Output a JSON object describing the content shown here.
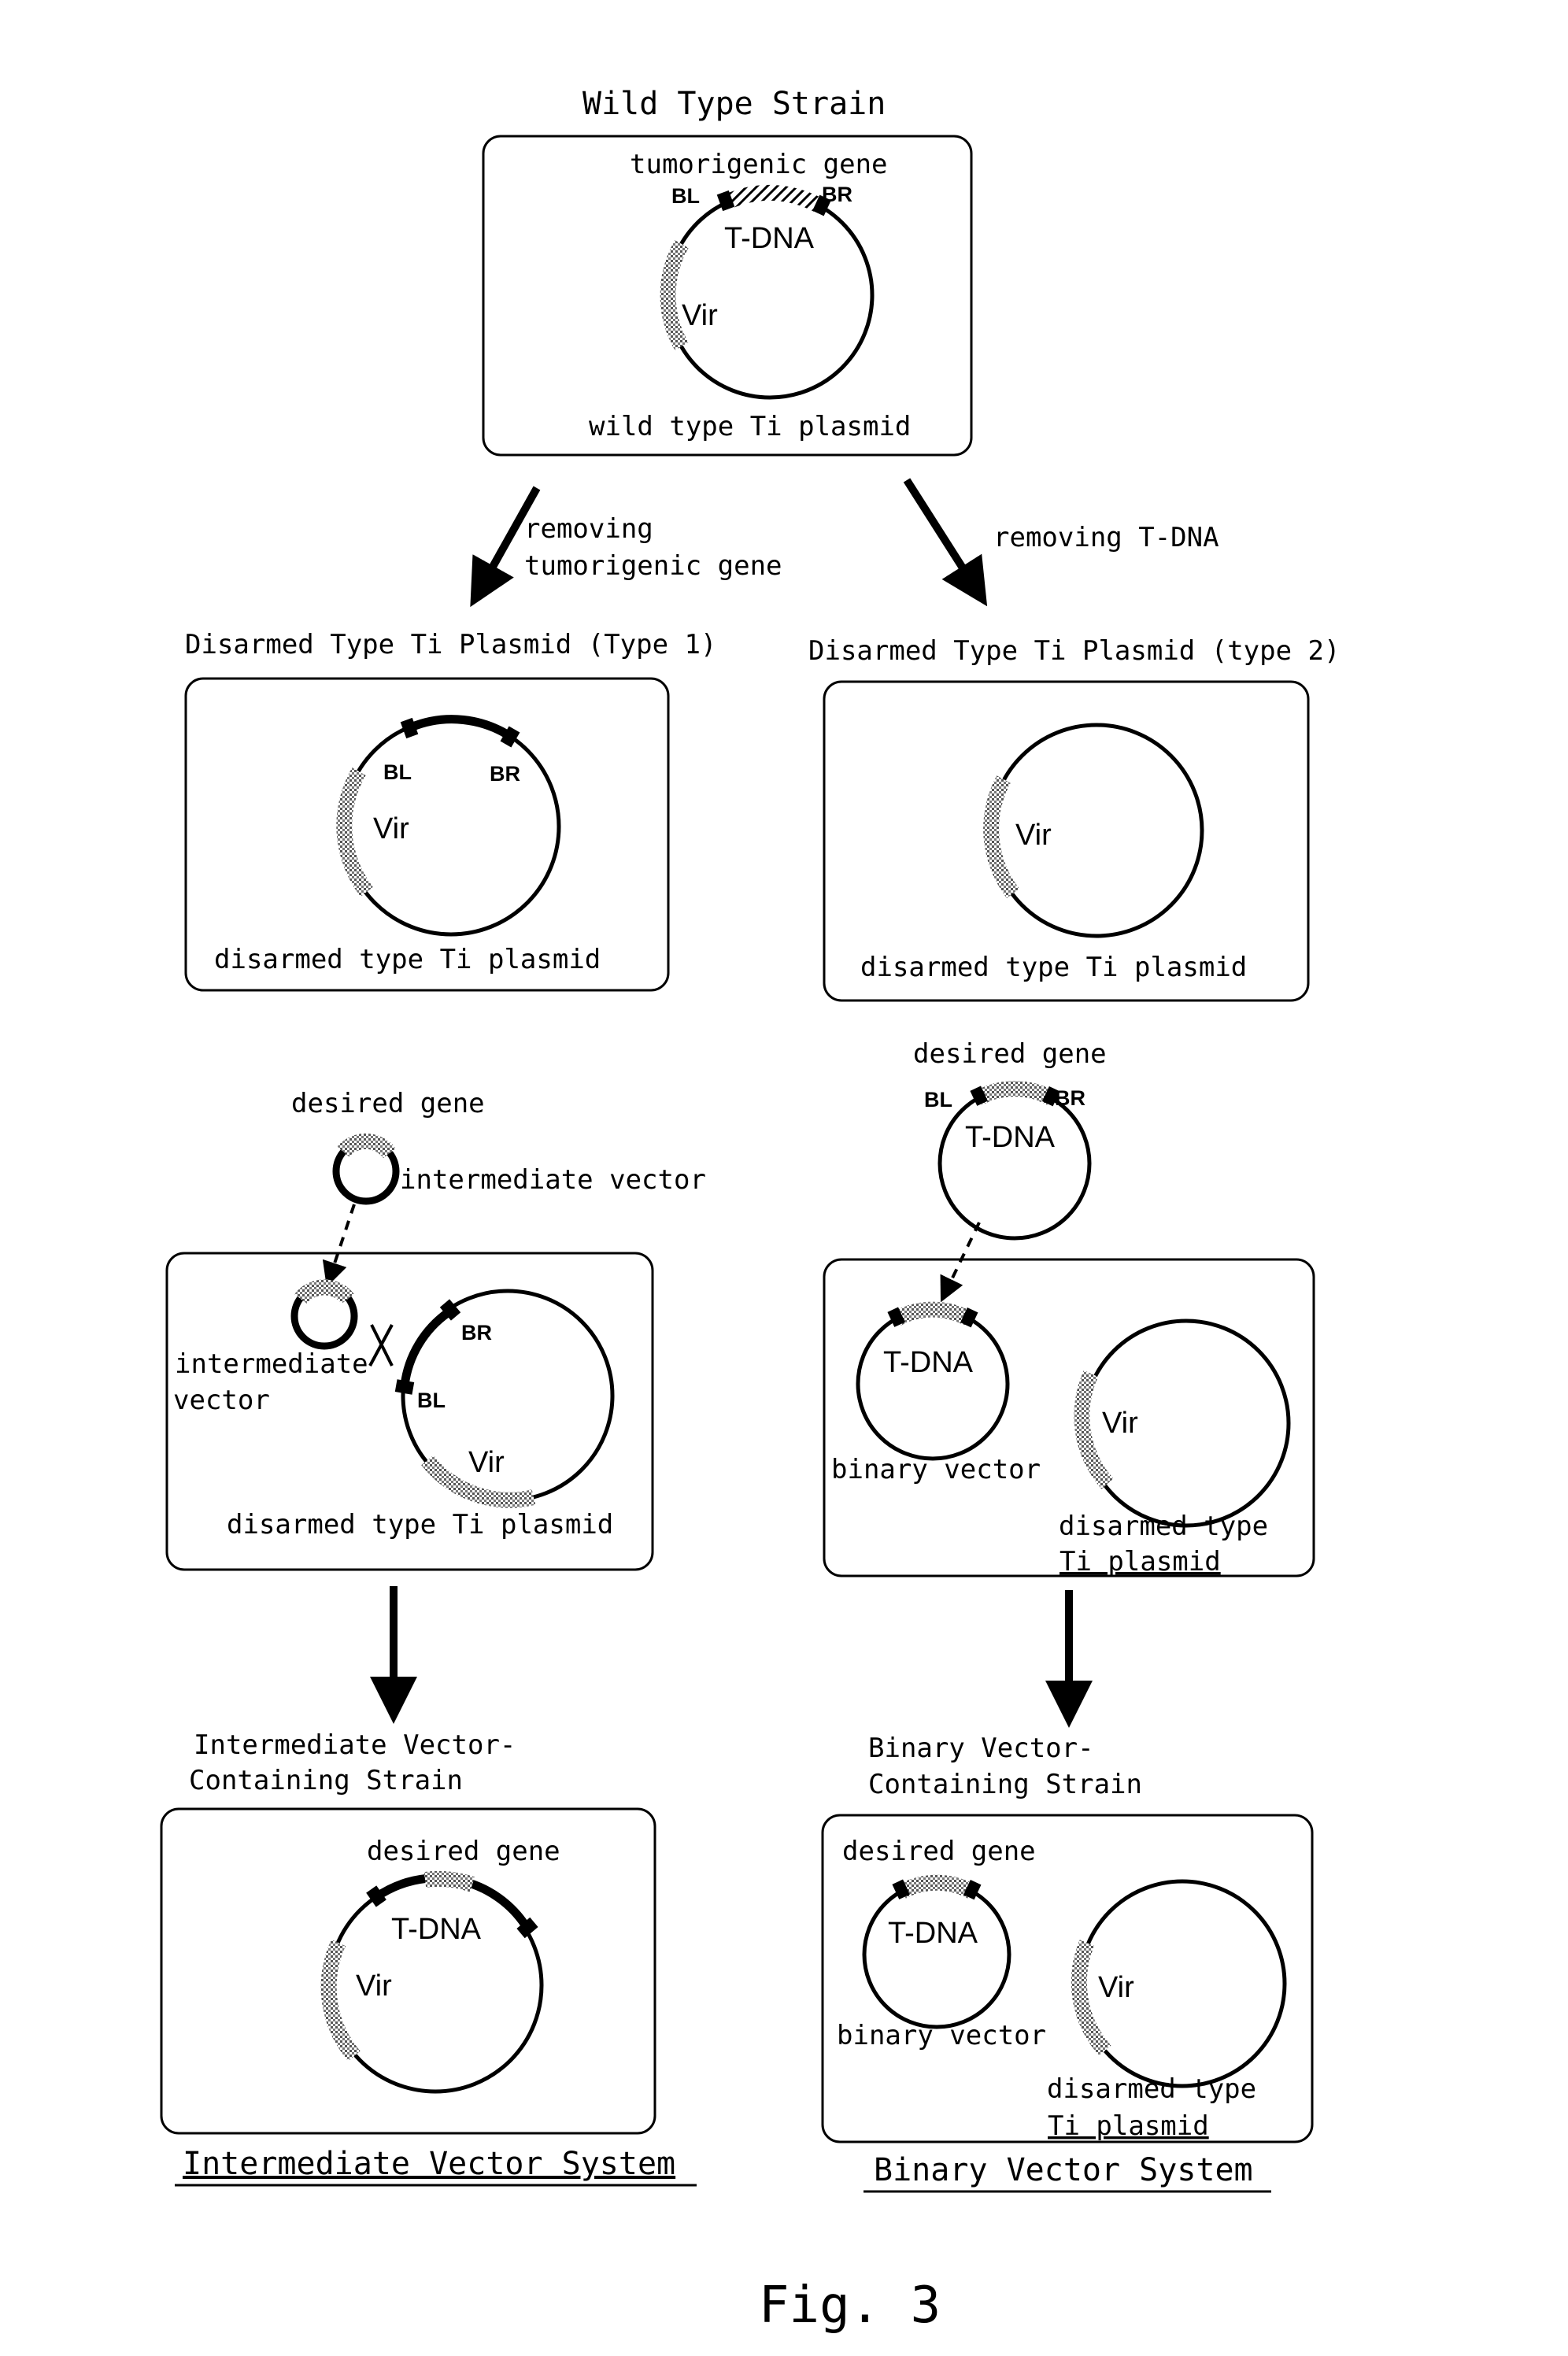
{
  "title_wild": "Wild Type Strain",
  "wild": {
    "tumorigenic_gene": "tumorigenic gene",
    "bl": "BL",
    "br": "BR",
    "tdna": "T-DNA",
    "vir": "Vir",
    "caption": "wild type Ti plasmid"
  },
  "arrow_left_label_1": "removing",
  "arrow_left_label_2": "tumorigenic gene",
  "arrow_right_label": "removing T-DNA",
  "type1": {
    "title": "Disarmed Type Ti Plasmid (Type 1)",
    "bl": "BL",
    "br": "BR",
    "vir": "Vir",
    "caption": "disarmed type Ti plasmid"
  },
  "type2": {
    "title": "Disarmed Type Ti Plasmid (type 2)",
    "vir": "Vir",
    "caption": "disarmed type Ti plasmid"
  },
  "iv_step": {
    "desired_gene": "desired gene",
    "intermediate_vector_label": "intermediate vector",
    "box_iv_1": "intermediate",
    "box_iv_2": "vector",
    "br": "BR",
    "bl": "BL",
    "vir": "Vir",
    "caption": "disarmed type Ti plasmid"
  },
  "bv_step": {
    "desired_gene": "desired gene",
    "bl": "BL",
    "br": "BR",
    "tdna": "T-DNA",
    "box_tdna": "T-DNA",
    "binary_vector": "binary vector",
    "vir": "Vir",
    "caption_1": "disarmed type",
    "caption_2": "Ti plasmid"
  },
  "iv_strain": {
    "title_1": "Intermediate Vector-",
    "title_2": "Containing Strain",
    "desired_gene": "desired gene",
    "tdna": "T-DNA",
    "vir": "Vir"
  },
  "bv_strain": {
    "title_1": "Binary Vector-",
    "title_2": "Containing Strain",
    "desired_gene": "desired gene",
    "tdna": "T-DNA",
    "binary_vector": "binary vector",
    "vir": "Vir",
    "caption_1": "disarmed type",
    "caption_2": "Ti plasmid"
  },
  "system_left": "Intermediate Vector System",
  "system_right": "Binary Vector System",
  "figure_label": "Fig. 3"
}
